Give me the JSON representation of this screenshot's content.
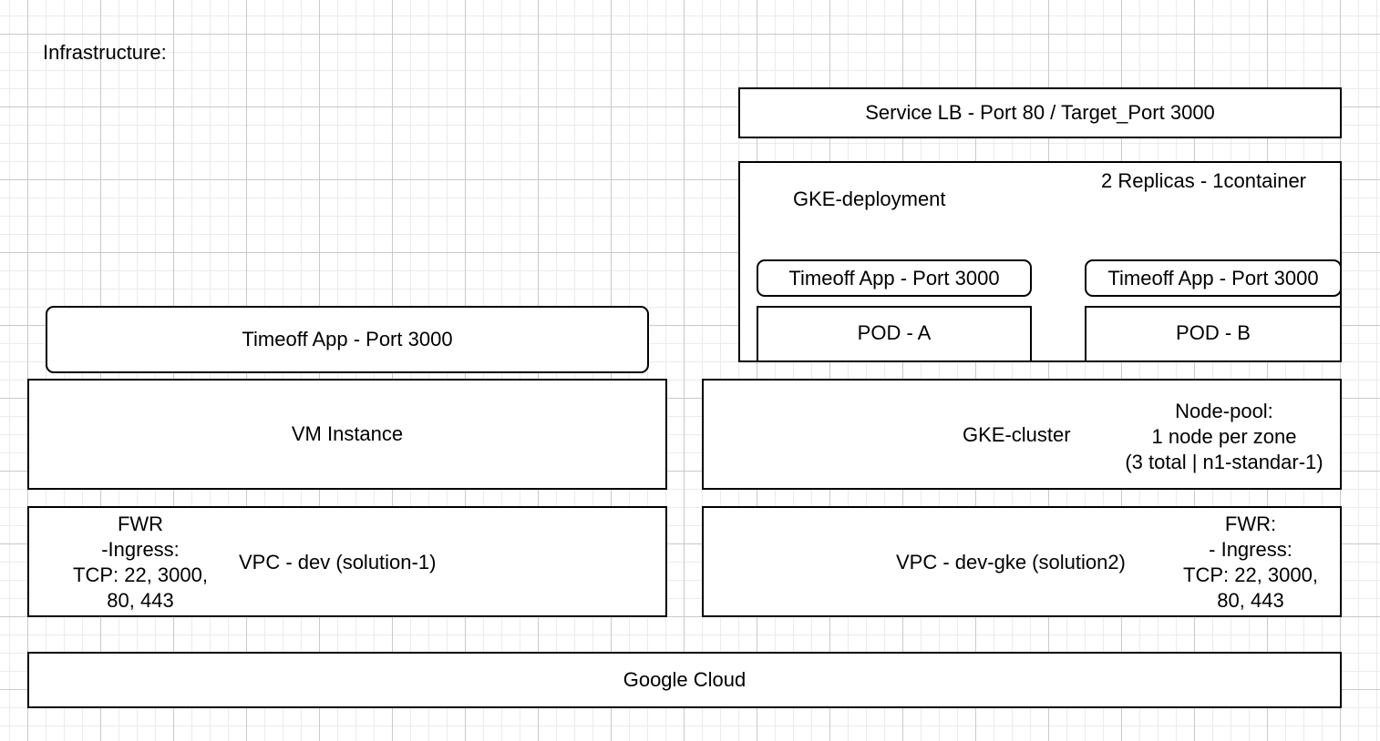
{
  "title": "Infrastructure:",
  "service_lb": "Service LB - Port 80 / Target_Port 3000",
  "gke_deployment": {
    "label": "GKE-deployment",
    "replicas": "2 Replicas - 1container",
    "app_a": "Timeoff App - Port 3000",
    "app_b": "Timeoff App - Port 3000",
    "pod_a": "POD - A",
    "pod_b": "POD - B"
  },
  "vm_app": "Timeoff App - Port 3000",
  "vm_instance": "VM Instance",
  "gke_cluster": {
    "label": "GKE-cluster",
    "node_pool": [
      "Node-pool:",
      "1 node per zone",
      "(3 total | n1-standar-1)"
    ]
  },
  "vpc_dev": {
    "label": "VPC - dev (solution-1)",
    "firewall": [
      "FWR",
      "-Ingress:",
      "TCP: 22, 3000,",
      "80, 443"
    ]
  },
  "vpc_gke": {
    "label": "VPC - dev-gke (solution2)",
    "firewall": [
      "FWR:",
      "- Ingress:",
      "TCP: 22, 3000,",
      "80, 443"
    ]
  },
  "google_cloud": "Google Cloud"
}
